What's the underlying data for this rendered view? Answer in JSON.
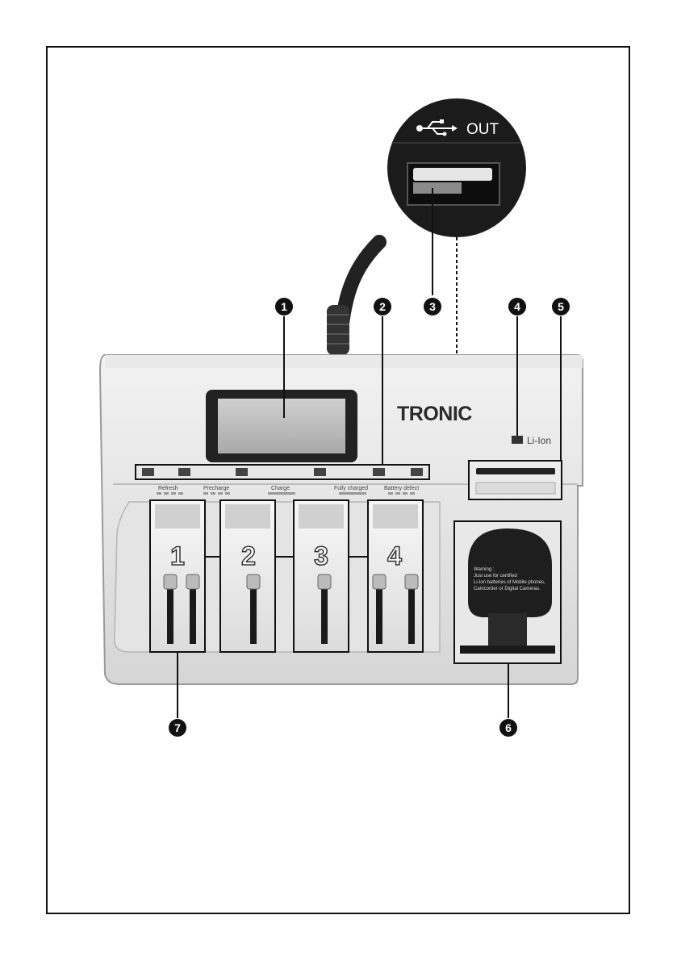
{
  "brand": "TRONIC",
  "usb_label": "OUT",
  "li_ion_label": "Li-Ion",
  "status_labels": [
    "Refresh",
    "Precharge",
    "Charge",
    "Fully charged",
    "Battery defect"
  ],
  "slots": [
    "1",
    "2",
    "3",
    "4"
  ],
  "callouts": [
    "1",
    "2",
    "3",
    "4",
    "5",
    "6",
    "7"
  ],
  "warning": {
    "title": "Warning :",
    "lines": [
      "Just use for certified",
      "Li-Ion batteries of Mobile phones,",
      "Camcorder or Digital Cameras."
    ]
  }
}
